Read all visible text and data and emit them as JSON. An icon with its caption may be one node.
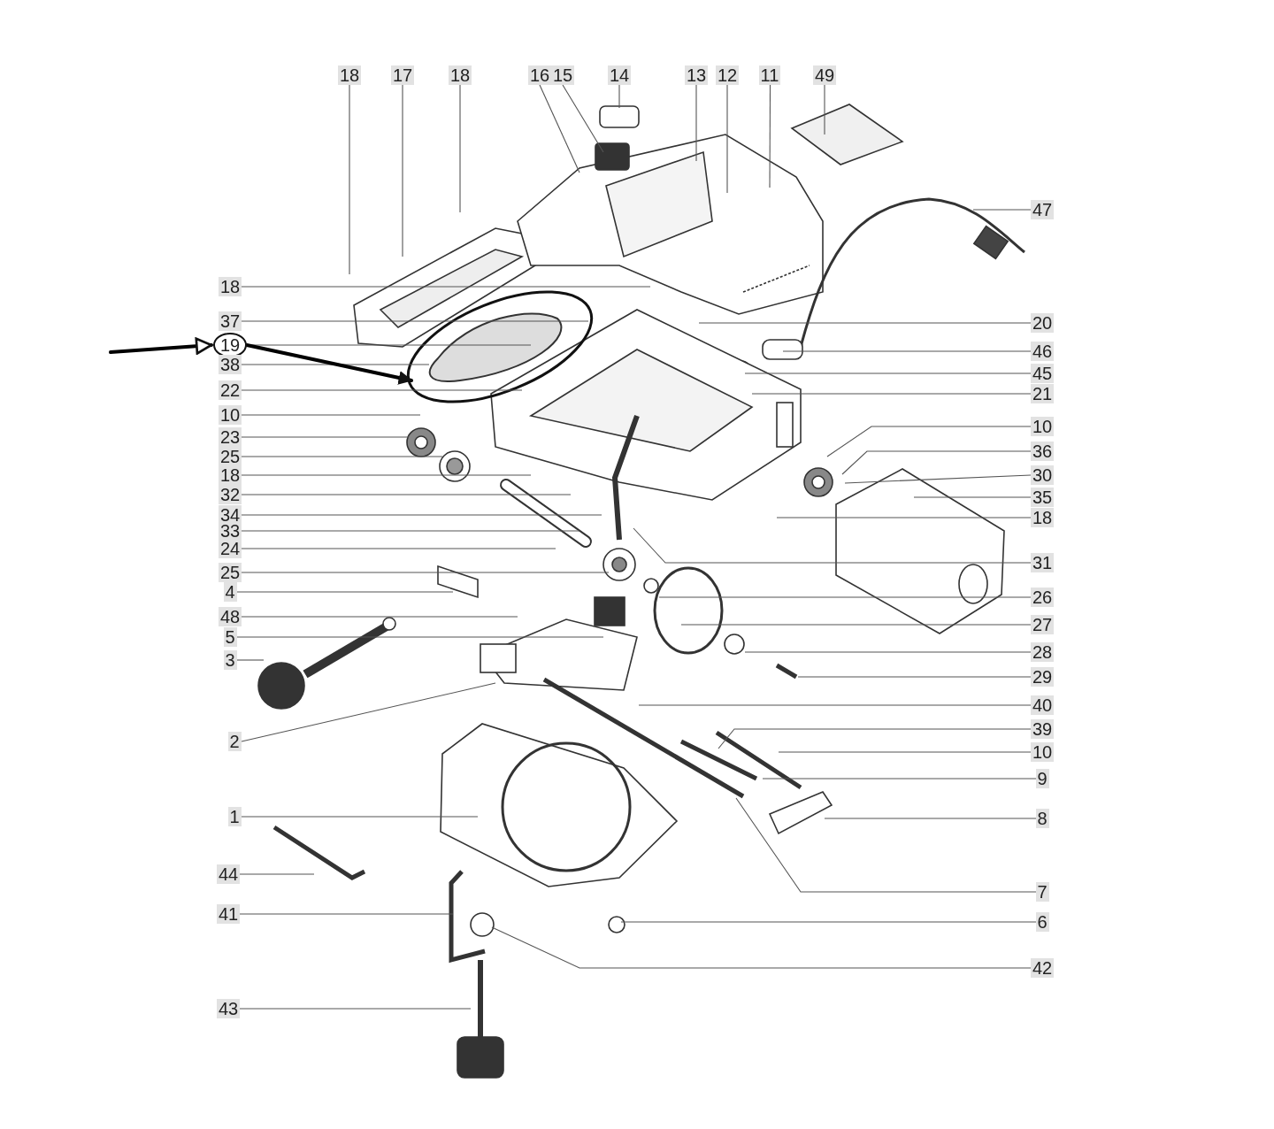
{
  "diagram": {
    "nodes": [
      {
        "text": [
          "18"
        ]
      },
      {
        "text": [
          "17"
        ]
      },
      {
        "text": [
          "18"
        ]
      },
      {
        "text": [
          "16"
        ]
      },
      {
        "text": [
          "15"
        ]
      },
      {
        "text": [
          "14"
        ]
      },
      {
        "text": [
          "13"
        ]
      },
      {
        "text": [
          "12"
        ]
      },
      {
        "text": [
          "11"
        ]
      },
      {
        "text": [
          "49"
        ]
      },
      {
        "text": [
          "18"
        ]
      },
      {
        "text": [
          "37"
        ]
      },
      {
        "text": [
          "19"
        ]
      },
      {
        "text": [
          "38"
        ]
      },
      {
        "text": [
          "22"
        ]
      },
      {
        "text": [
          "10"
        ]
      },
      {
        "text": [
          "23"
        ]
      },
      {
        "text": [
          "25"
        ]
      },
      {
        "text": [
          "18"
        ]
      },
      {
        "text": [
          "32"
        ]
      },
      {
        "text": [
          "34"
        ]
      },
      {
        "text": [
          "33"
        ]
      },
      {
        "text": [
          "24"
        ]
      },
      {
        "text": [
          "25"
        ]
      },
      {
        "text": [
          "4"
        ]
      },
      {
        "text": [
          "48"
        ]
      },
      {
        "text": [
          "5"
        ]
      },
      {
        "text": [
          "3"
        ]
      },
      {
        "text": [
          "2"
        ]
      },
      {
        "text": [
          "1"
        ]
      },
      {
        "text": [
          "44"
        ]
      },
      {
        "text": [
          "41"
        ]
      },
      {
        "text": [
          "43"
        ]
      },
      {
        "text": [
          "47"
        ]
      },
      {
        "text": [
          "20"
        ]
      },
      {
        "text": [
          "46"
        ]
      },
      {
        "text": [
          "45"
        ]
      },
      {
        "text": [
          "21"
        ]
      },
      {
        "text": [
          "10"
        ]
      },
      {
        "text": [
          "36"
        ]
      },
      {
        "text": [
          "30"
        ]
      },
      {
        "text": [
          "35"
        ]
      },
      {
        "text": [
          "18"
        ]
      },
      {
        "text": [
          "31"
        ]
      },
      {
        "text": [
          "26"
        ]
      },
      {
        "text": [
          "27"
        ]
      },
      {
        "text": [
          "28"
        ]
      },
      {
        "text": [
          "29"
        ]
      },
      {
        "text": [
          "40"
        ]
      },
      {
        "text": [
          "39"
        ]
      },
      {
        "text": [
          "10"
        ]
      },
      {
        "text": [
          "9"
        ]
      },
      {
        "text": [
          "8"
        ]
      },
      {
        "text": [
          "7"
        ]
      },
      {
        "text": [
          "6"
        ]
      },
      {
        "text": [
          "42"
        ]
      },
      {
        "text": [],
        "shape": "circle"
      }
    ],
    "edges": [
      {
        "from": 0,
        "to": null,
        "arrow": "none"
      },
      {
        "from": 1,
        "to": null,
        "arrow": "none"
      },
      {
        "from": 2,
        "to": null,
        "arrow": "none"
      },
      {
        "from": 3,
        "to": null,
        "arrow": "none"
      },
      {
        "from": 4,
        "to": null,
        "arrow": "none"
      },
      {
        "from": 5,
        "to": null,
        "arrow": "none"
      },
      {
        "from": 6,
        "to": null,
        "arrow": "none"
      },
      {
        "from": 7,
        "to": null,
        "arrow": "none"
      },
      {
        "from": 8,
        "to": null,
        "arrow": "none"
      },
      {
        "from": 9,
        "to": null,
        "arrow": "none"
      },
      {
        "from": 10,
        "to": null,
        "arrow": "none"
      },
      {
        "from": 11,
        "to": 56,
        "arrow": "none"
      },
      {
        "from": 12,
        "to": 56,
        "arrow": "none"
      },
      {
        "from": 13,
        "to": 56,
        "arrow": "none"
      },
      {
        "from": 14,
        "to": 56,
        "arrow": "none"
      },
      {
        "from": 15,
        "to": null,
        "arrow": "none"
      },
      {
        "from": 16,
        "to": null,
        "arrow": "none"
      },
      {
        "from": 17,
        "to": null,
        "arrow": "none"
      },
      {
        "from": 18,
        "to": null,
        "arrow": "none"
      },
      {
        "from": 19,
        "to": null,
        "arrow": "none"
      },
      {
        "from": 20,
        "to": null,
        "arrow": "none"
      },
      {
        "from": 21,
        "to": null,
        "arrow": "none"
      },
      {
        "from": 22,
        "to": null,
        "arrow": "none"
      },
      {
        "from": 23,
        "to": null,
        "arrow": "none"
      },
      {
        "from": 24,
        "to": null,
        "arrow": "none"
      },
      {
        "from": 25,
        "to": null,
        "arrow": "none"
      },
      {
        "from": 26,
        "to": null,
        "arrow": "none"
      },
      {
        "from": 27,
        "to": null,
        "arrow": "none"
      },
      {
        "from": 28,
        "to": null,
        "arrow": "none"
      },
      {
        "from": 29,
        "to": null,
        "arrow": "none"
      },
      {
        "from": 30,
        "to": null,
        "arrow": "none"
      },
      {
        "from": 31,
        "to": null,
        "arrow": "none"
      },
      {
        "from": 32,
        "to": null,
        "arrow": "none"
      },
      {
        "from": 33,
        "to": null,
        "arrow": "none"
      },
      {
        "from": 34,
        "to": null,
        "arrow": "none"
      },
      {
        "from": 35,
        "to": null,
        "arrow": "none"
      },
      {
        "from": 36,
        "to": null,
        "arrow": "none"
      },
      {
        "from": 37,
        "to": null,
        "arrow": "none"
      },
      {
        "from": 38,
        "to": null,
        "arrow": "none"
      },
      {
        "from": 39,
        "to": null,
        "arrow": "none"
      },
      {
        "from": 40,
        "to": null,
        "arrow": "none"
      },
      {
        "from": 41,
        "to": null,
        "arrow": "none"
      },
      {
        "from": 42,
        "to": null,
        "arrow": "none"
      },
      {
        "from": 43,
        "to": null,
        "arrow": "none"
      },
      {
        "from": 44,
        "to": null,
        "arrow": "none"
      },
      {
        "from": 45,
        "to": null,
        "arrow": "none"
      },
      {
        "from": 46,
        "to": null,
        "arrow": "none"
      },
      {
        "from": 47,
        "to": null,
        "arrow": "none"
      },
      {
        "from": 48,
        "to": null,
        "arrow": "none"
      },
      {
        "from": 49,
        "to": null,
        "arrow": "none"
      },
      {
        "from": 50,
        "to": null,
        "arrow": "none"
      },
      {
        "from": 51,
        "to": null,
        "arrow": "none"
      },
      {
        "from": 52,
        "to": null,
        "arrow": "none"
      },
      {
        "from": 53,
        "to": null,
        "arrow": "none"
      },
      {
        "from": 54,
        "to": null,
        "arrow": "none"
      },
      {
        "from": 55,
        "to": null,
        "arrow": "none"
      },
      {
        "from": null,
        "to": 12,
        "arrow": "to",
        "style": "thick",
        "color": "#000000"
      },
      {
        "from": 12,
        "to": 56,
        "arrow": "to",
        "style": "thick",
        "color": "#000000"
      }
    ]
  }
}
